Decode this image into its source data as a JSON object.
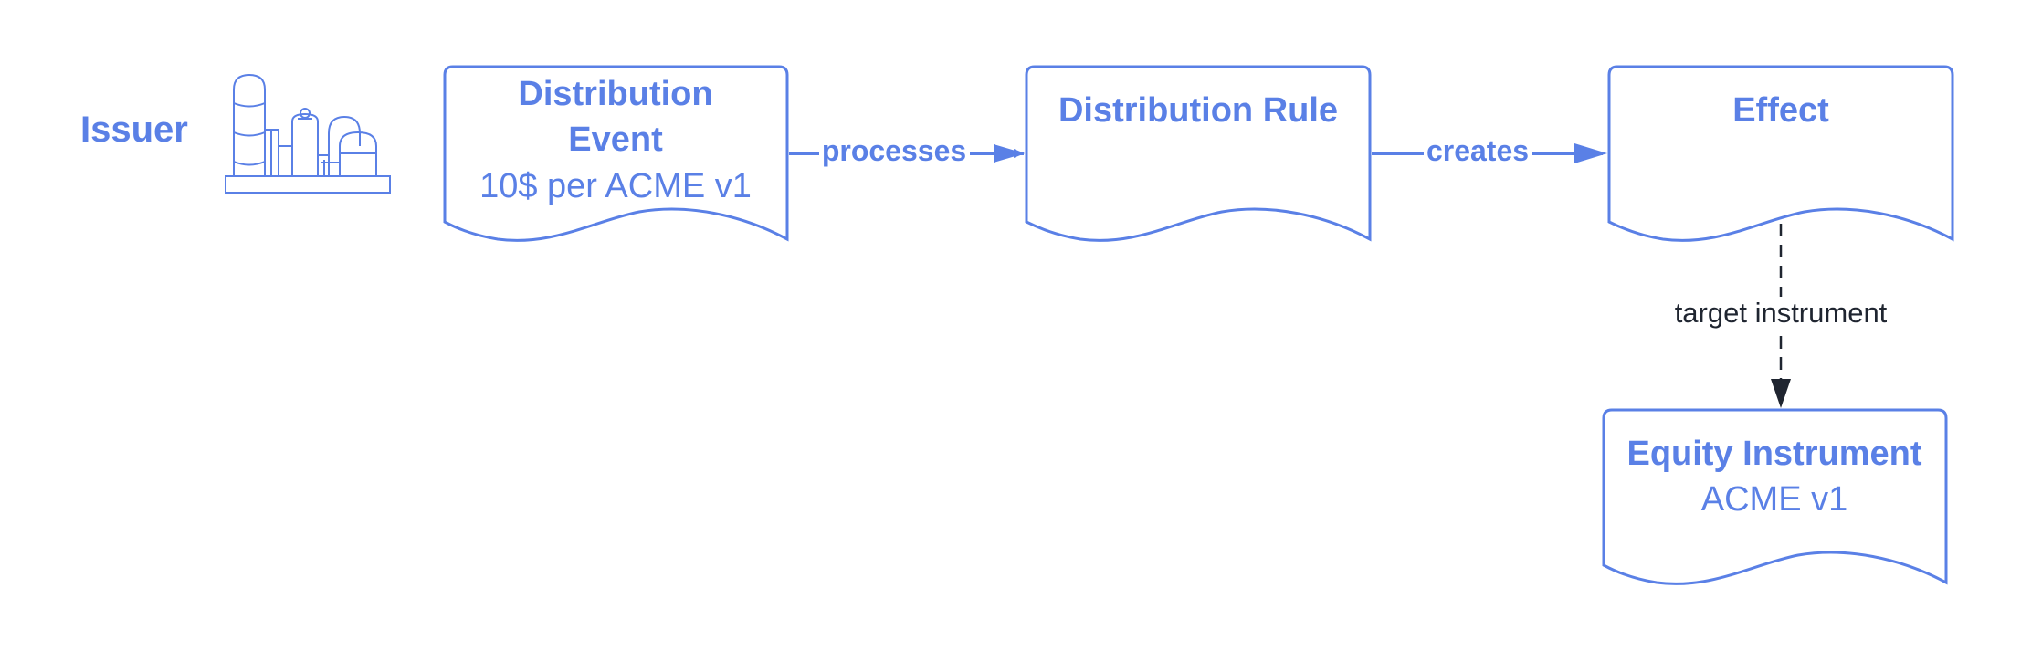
{
  "colors": {
    "accent": "#5a80e6",
    "dark": "#1f2530",
    "background": "#ffffff"
  },
  "issuer": {
    "label": "Issuer",
    "icon": "factory-icon"
  },
  "nodes": {
    "distribution_event": {
      "title_line1": "Distribution",
      "title_line2": "Event",
      "detail": "10$ per ACME v1"
    },
    "distribution_rule": {
      "title": "Distribution Rule"
    },
    "effect": {
      "title": "Effect"
    },
    "equity_instrument": {
      "title": "Equity Instrument",
      "detail": "ACME v1"
    }
  },
  "edges": {
    "processes": {
      "label": "processes"
    },
    "creates": {
      "label": "creates"
    },
    "target_instrument": {
      "label": "target instrument"
    }
  }
}
